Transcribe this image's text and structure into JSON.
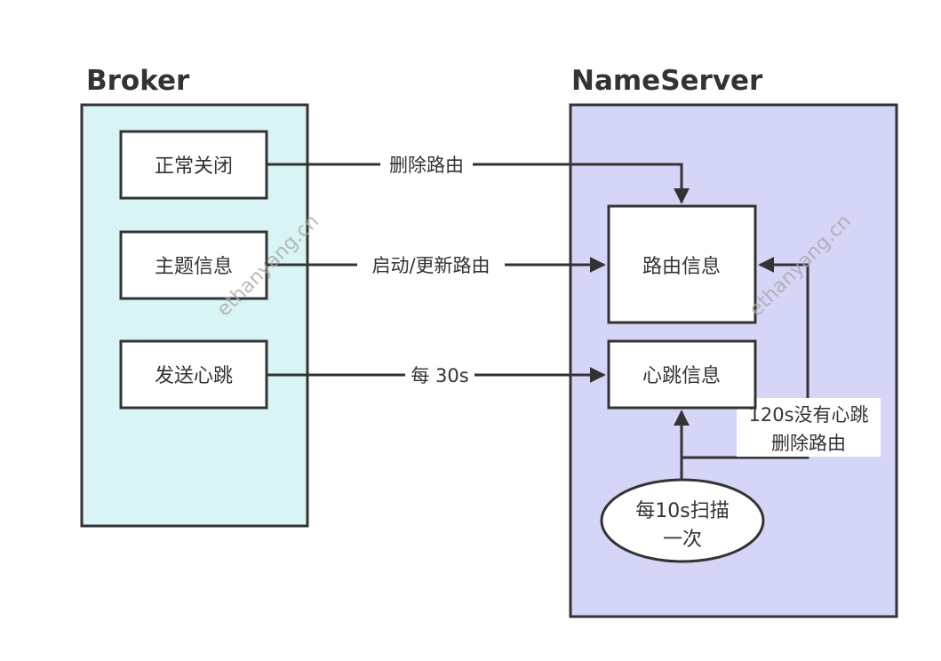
{
  "diagram": {
    "broker": {
      "title": "Broker",
      "fill": "#d9f4f4",
      "nodes": {
        "shutdown": "正常关闭",
        "topic_info": "主题信息",
        "heartbeat": "发送心跳"
      }
    },
    "nameserver": {
      "title": "NameServer",
      "fill": "#d4d5f7",
      "nodes": {
        "route_info": "路由信息",
        "heartbeat_info": "心跳信息",
        "scan": [
          "每10s扫描",
          "一次"
        ]
      }
    },
    "edges": {
      "delete_route": "删除路由",
      "start_update_route": "启动/更新路由",
      "every_30s": "每 30s",
      "timeout_delete": [
        "120s没有心跳",
        "删除路由"
      ]
    },
    "watermark": "ethanyang.cn",
    "colors": {
      "stroke": "#333333",
      "text": "#333333"
    }
  }
}
